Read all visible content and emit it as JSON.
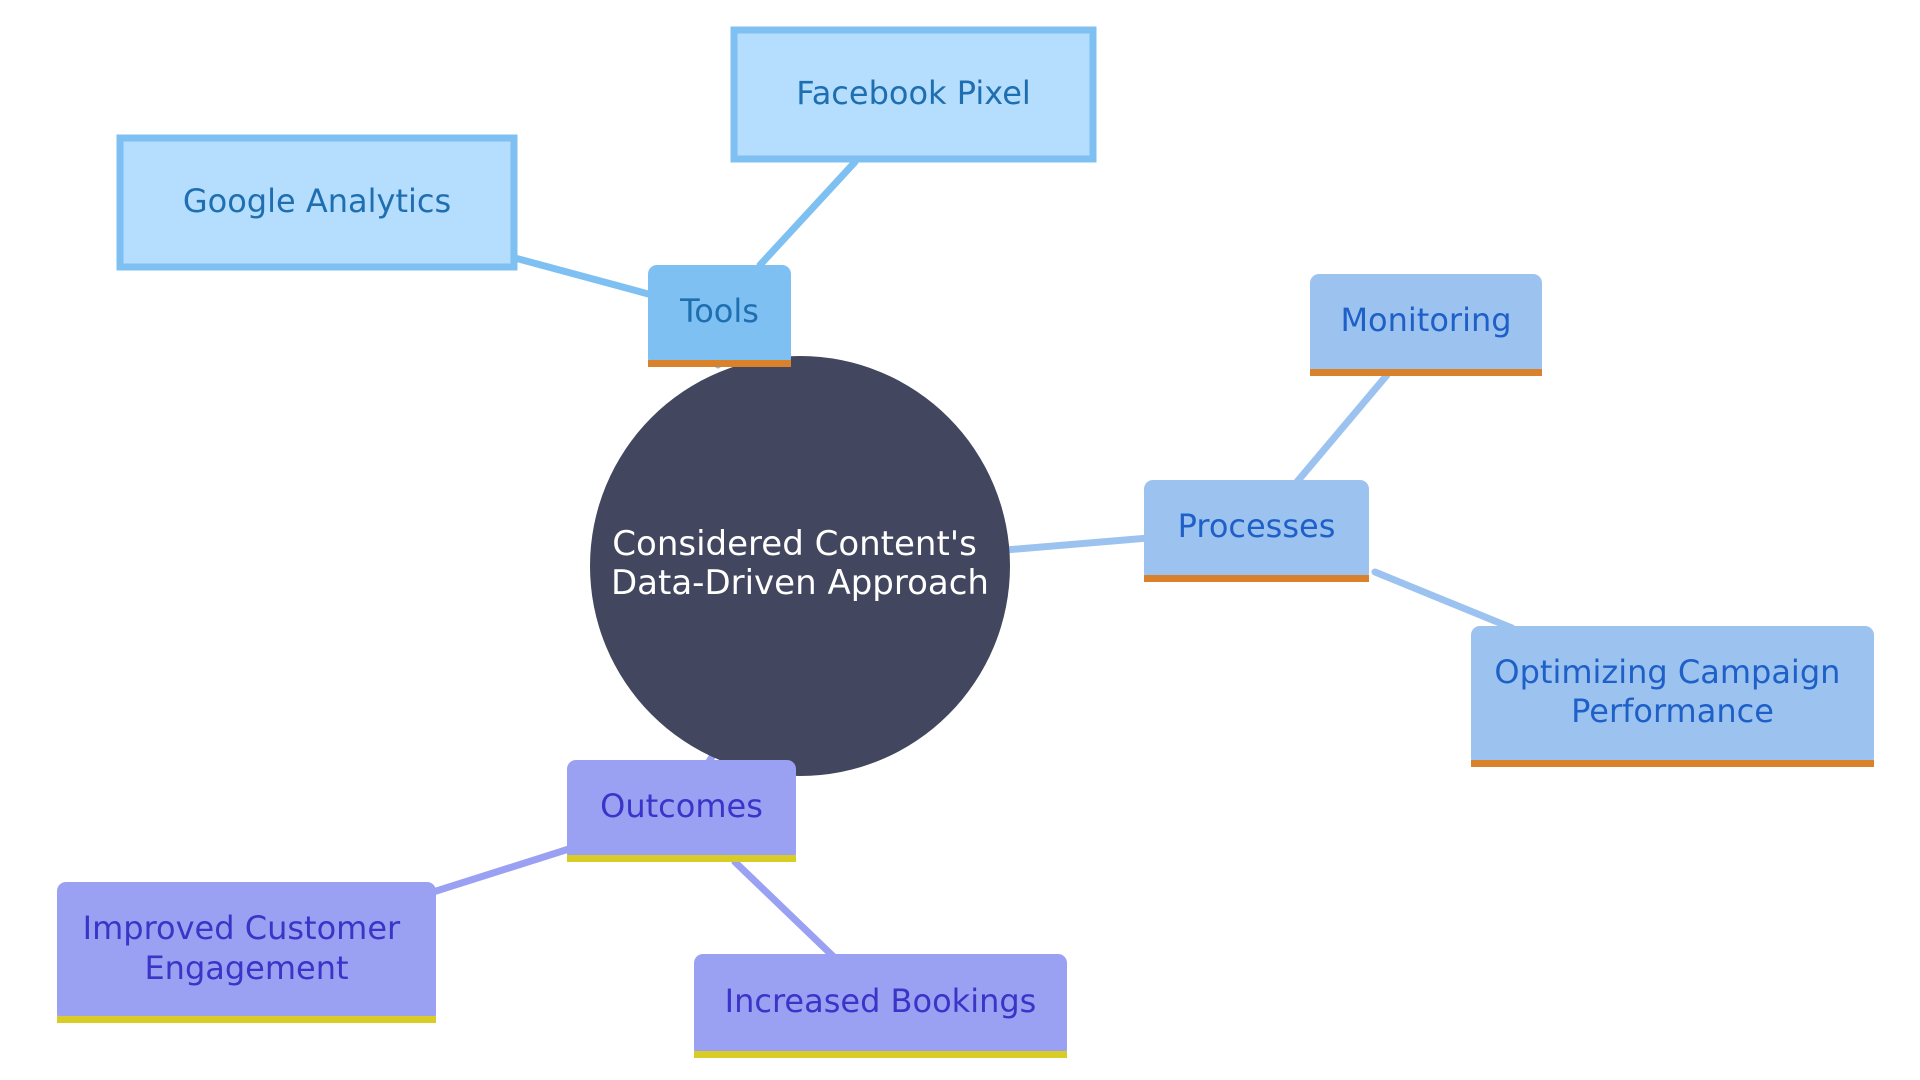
{
  "colors": {
    "root_fill": "#42465e",
    "tools_fill": "#7ec0f2",
    "tools_leaf_fill": "#b5ddfd",
    "tools_text": "#1f6fb0",
    "processes_fill": "#9cc3ef",
    "processes_text": "#1e60c8",
    "outcomes_fill": "#9ba1f2",
    "outcomes_text": "#3a34c8",
    "orange_bar": "#d9822b",
    "yellow_bar": "#d9cc26"
  },
  "root": {
    "lines": [
      "Considered Content's",
      "Data-Driven Approach"
    ]
  },
  "branches": [
    {
      "id": "tools",
      "label": "Tools",
      "children": [
        {
          "id": "google-analytics",
          "lines": [
            "Google Analytics"
          ]
        },
        {
          "id": "facebook-pixel",
          "lines": [
            "Facebook Pixel"
          ]
        }
      ]
    },
    {
      "id": "processes",
      "label": "Processes",
      "children": [
        {
          "id": "monitoring",
          "lines": [
            "Monitoring"
          ]
        },
        {
          "id": "optimizing",
          "lines": [
            "Optimizing Campaign",
            "Performance"
          ]
        }
      ]
    },
    {
      "id": "outcomes",
      "label": "Outcomes",
      "children": [
        {
          "id": "engagement",
          "lines": [
            "Improved Customer",
            "Engagement"
          ]
        },
        {
          "id": "bookings",
          "lines": [
            "Increased Bookings"
          ]
        }
      ]
    }
  ]
}
